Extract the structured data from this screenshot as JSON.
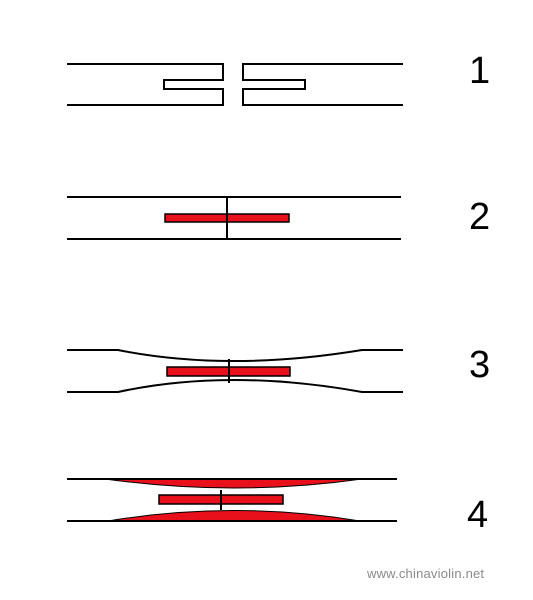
{
  "diagram": {
    "steps": [
      {
        "number": "1"
      },
      {
        "number": "2"
      },
      {
        "number": "3"
      },
      {
        "number": "4"
      }
    ],
    "colors": {
      "line": "#000000",
      "cleat": "#e8101a",
      "background": "#ffffff",
      "watermark": "#8a8a8a"
    }
  },
  "watermark": {
    "text": "www.chinaviolin.net"
  }
}
